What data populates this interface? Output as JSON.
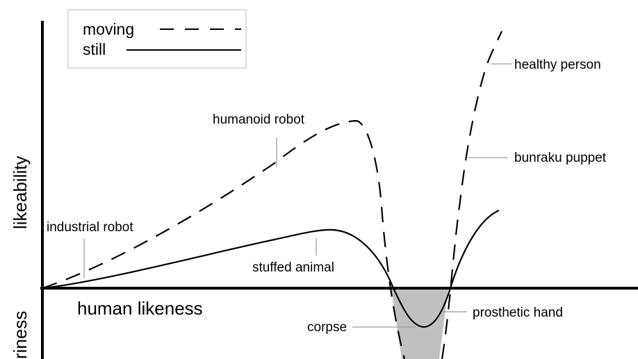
{
  "colors": {
    "line": "#000000",
    "valley_fill": "#c0c0c0",
    "leader": "#9a9a9a",
    "legend_border": "#c8c8c8"
  },
  "legend": {
    "moving": "moving",
    "still": "still"
  },
  "axes": {
    "x_label": "human likeness",
    "y_label": "likeability",
    "y_label_negative": "riness"
  },
  "annotations": {
    "humanoid_robot": "humanoid robot",
    "healthy_person": "healthy person",
    "bunraku_puppet": "bunraku puppet",
    "industrial_robot": "industrial robot",
    "stuffed_animal": "stuffed animal",
    "corpse": "corpse",
    "prosthetic_hand": "prosthetic hand"
  }
}
